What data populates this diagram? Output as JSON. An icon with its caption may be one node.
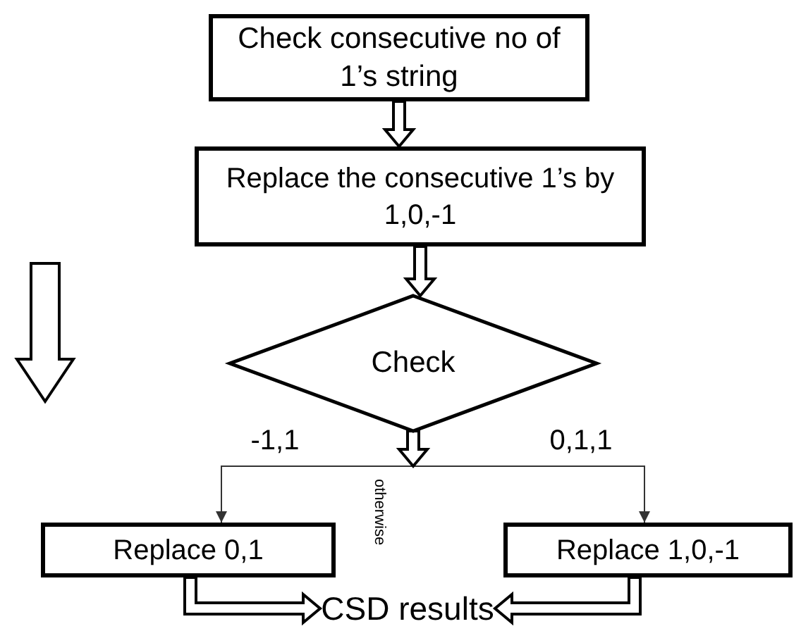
{
  "diagram": {
    "nodes": [
      {
        "text": [
          "Check consecutive no of 1’s string"
        ]
      },
      {
        "text": [
          "Replace the consecutive 1’s by 1,0,-1"
        ]
      },
      {
        "text": [
          "Check"
        ]
      },
      {
        "text": [
          "Replace 0,1"
        ]
      },
      {
        "text": [
          "Replace 1,0,-1"
        ]
      },
      {
        "text": [
          "CSD results"
        ]
      }
    ],
    "edges": [
      {
        "from": 0,
        "to": 1,
        "arrow": "to"
      },
      {
        "from": 1,
        "to": 2,
        "arrow": "to"
      },
      {
        "from": 2,
        "to": 3,
        "arrow": "to",
        "label": "-1,1"
      },
      {
        "from": 2,
        "to": 4,
        "arrow": "to",
        "label": "0,1,1"
      },
      {
        "from": 3,
        "to": 5,
        "arrow": "to"
      },
      {
        "from": 4,
        "to": 5,
        "arrow": "to"
      }
    ],
    "labels": [
      "otherwise"
    ]
  }
}
